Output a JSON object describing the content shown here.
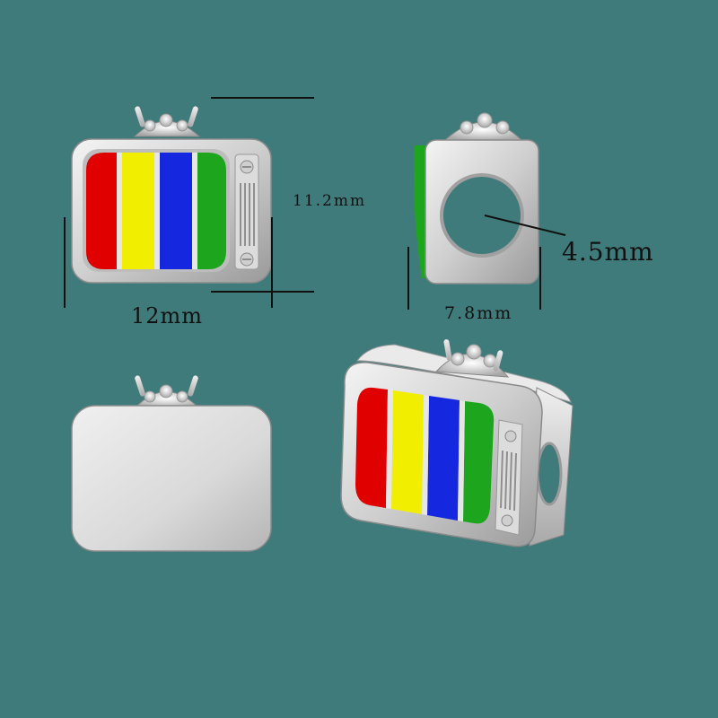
{
  "dimensions": {
    "height": "11.2mm",
    "width": "12mm",
    "depth": "7.8mm",
    "hole_diameter": "4.5mm"
  },
  "product": {
    "subject": "tv-charm-bead",
    "screen_stripe_colors": [
      "#e00000",
      "#f2ee00",
      "#1528e0",
      "#1ea51e"
    ],
    "metal_color": "#d6d6d6",
    "background_color": "#3f7b7a"
  }
}
